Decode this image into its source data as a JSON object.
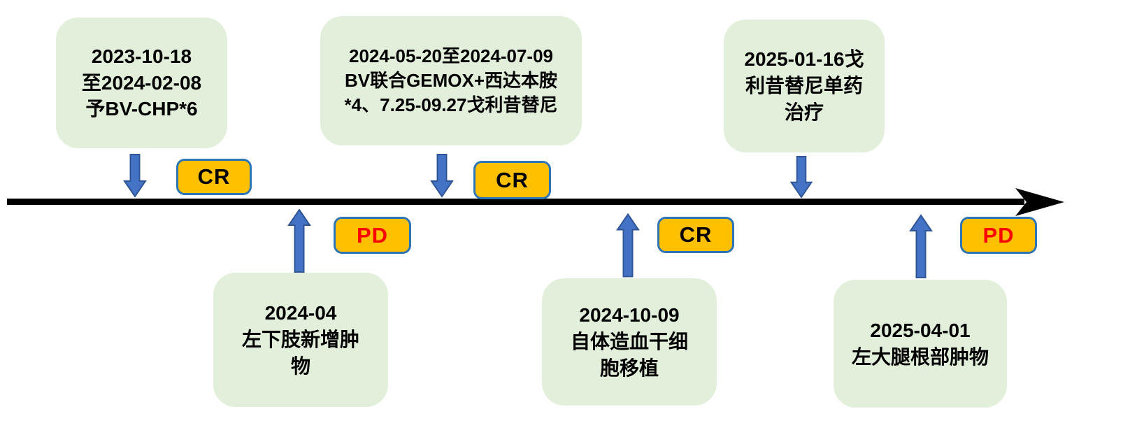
{
  "diagram_type": "treatment-timeline",
  "colors": {
    "event_box_bg": "#E2EFDA",
    "badge_bg": "#FFC000",
    "badge_border": "#2E75B6",
    "connector_arrow_fill": "#4472C4",
    "connector_arrow_border": "#2F5597",
    "timeline": "#000000",
    "cr_text": "#000000",
    "pd_text": "#FF0000"
  },
  "timeline": {
    "direction": "left-to-right"
  },
  "events_top": [
    {
      "text": "2023-10-18\n至2024-02-08\n予BV-CHP*6"
    },
    {
      "text": "2024-05-20至2024-07-09\nBV联合GEMOX+西达本胺\n*4、7.25-09.27戈利昔替尼"
    },
    {
      "text": "2025-01-16戈\n利昔替尼单药\n治疗"
    }
  ],
  "events_bottom": [
    {
      "text": "2024-04\n左下肢新增肿\n物"
    },
    {
      "text": "2024-10-09\n自体造血干细\n胞移植"
    },
    {
      "text": "2025-04-01\n左大腿根部肿物"
    }
  ],
  "badges": [
    {
      "label": "CR"
    },
    {
      "label": "PD"
    },
    {
      "label": "CR"
    },
    {
      "label": "CR"
    },
    {
      "label": "PD"
    }
  ]
}
